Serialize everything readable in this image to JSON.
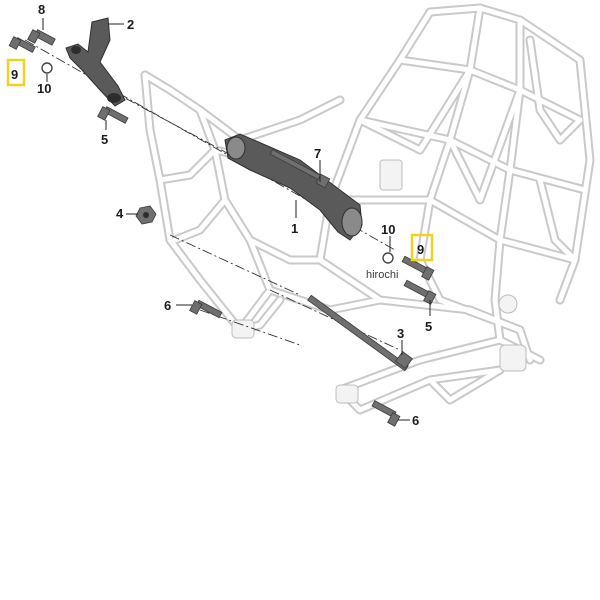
{
  "callouts": {
    "c8": "8",
    "c9_left": "9",
    "c10_left": "10",
    "c2": "2",
    "c5_top": "5",
    "c7": "7",
    "c4": "4",
    "c1": "1",
    "c10_right": "10",
    "c9_right": "9",
    "c5_right": "5",
    "c6_left": "6",
    "c3": "3",
    "c6_right": "6"
  },
  "watermark": "hirochi",
  "colors": {
    "highlight": "#f2d21c",
    "frame": "#c9c9c9",
    "parts": "#5a5a5a"
  }
}
